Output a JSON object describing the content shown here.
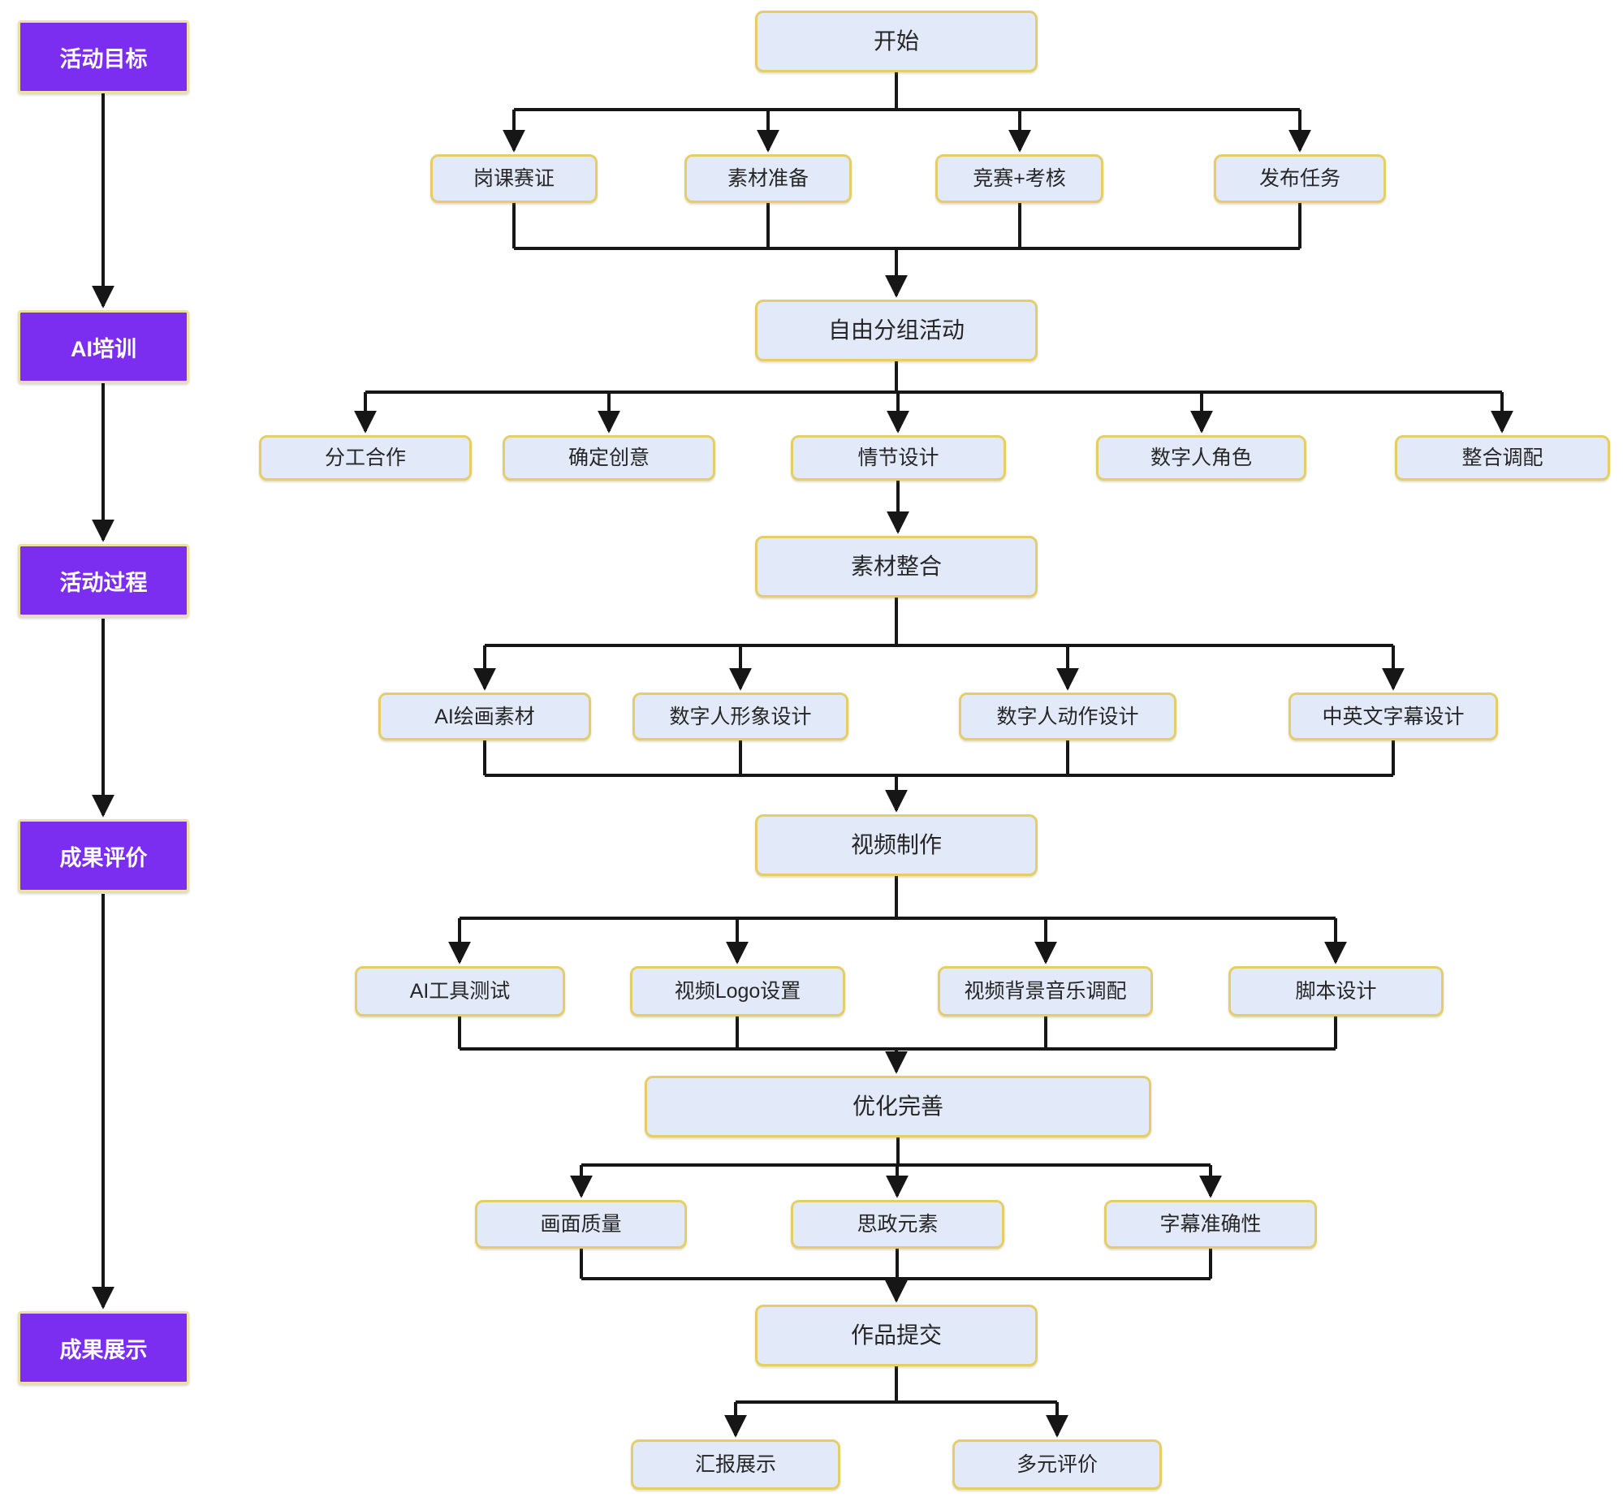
{
  "sidebar": {
    "items": [
      {
        "label": "活动目标"
      },
      {
        "label": "AI培训"
      },
      {
        "label": "活动过程"
      },
      {
        "label": "成果评价"
      },
      {
        "label": "成果展示"
      }
    ]
  },
  "flow": {
    "start": "开始",
    "stage1": [
      "岗课赛证",
      "素材准备",
      "竞赛+考核",
      "发布任务"
    ],
    "group": "自由分组活动",
    "stage2": [
      "分工合作",
      "确定创意",
      "情节设计",
      "数字人角色",
      "整合调配"
    ],
    "integrate": "素材整合",
    "stage3": [
      "AI绘画素材",
      "数字人形象设计",
      "数字人动作设计",
      "中英文字幕设计"
    ],
    "video": "视频制作",
    "stage4": [
      "AI工具测试",
      "视频Logo设置",
      "视频背景音乐调配",
      "脚本设计"
    ],
    "optimize": "优化完善",
    "stage5": [
      "画面质量",
      "思政元素",
      "字幕准确性"
    ],
    "submit": "作品提交",
    "stage6": [
      "汇报展示",
      "多元评价"
    ]
  },
  "colors": {
    "node_fill": "#e2e9f8",
    "node_border": "#e5ce67",
    "stage_fill": "#7b2ef0",
    "stage_border": "#eedfa4",
    "connector": "#161616",
    "background": "#ffffff"
  }
}
